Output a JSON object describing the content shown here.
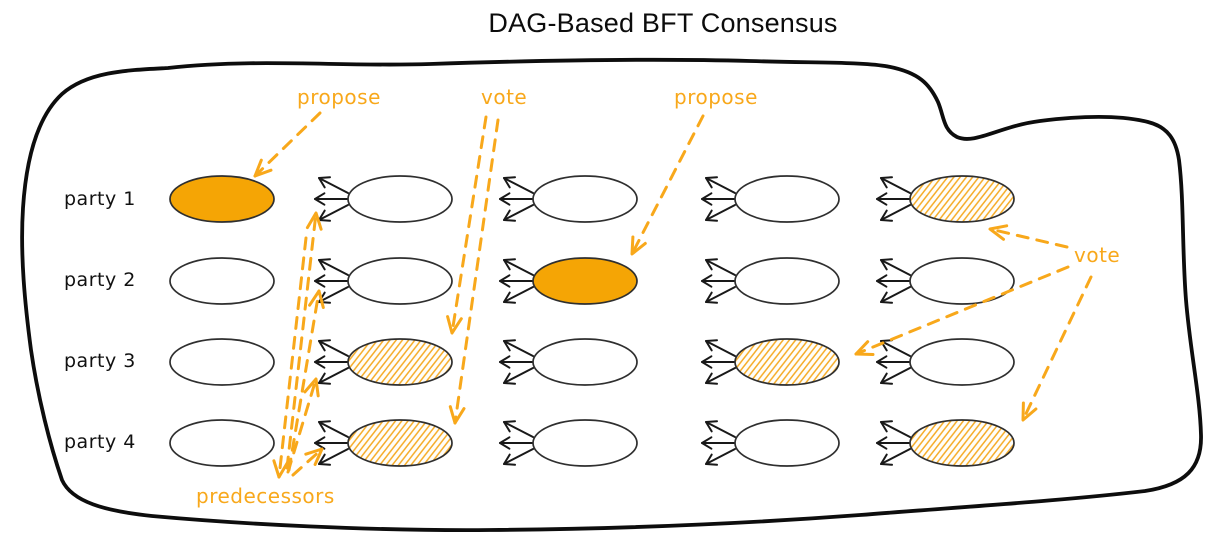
{
  "title": "DAG-Based BFT Consensus",
  "colors": {
    "node_solid_fill": "#F5A505",
    "node_hatch_stroke": "#F6AC28",
    "node_empty_fill": "#FFFFFF",
    "node_outline": "#2F2F2F",
    "annotation_orange": "#F8A81B",
    "edge_black": "#191919",
    "boundary_black": "#0D0D0D"
  },
  "parties": [
    {
      "label": "party 1",
      "rounds": [
        "solid",
        "empty",
        "empty",
        "empty",
        "hatched"
      ]
    },
    {
      "label": "party 2",
      "rounds": [
        "empty",
        "empty",
        "solid",
        "empty",
        "empty"
      ]
    },
    {
      "label": "party 3",
      "rounds": [
        "empty",
        "hatched",
        "empty",
        "hatched",
        "empty"
      ]
    },
    {
      "label": "party 4",
      "rounds": [
        "empty",
        "hatched",
        "empty",
        "empty",
        "hatched"
      ]
    }
  ],
  "annotations": {
    "propose_left": "propose",
    "vote_top": "vote",
    "propose_mid": "propose",
    "vote_right": "vote",
    "predecessors": "predecessors"
  }
}
